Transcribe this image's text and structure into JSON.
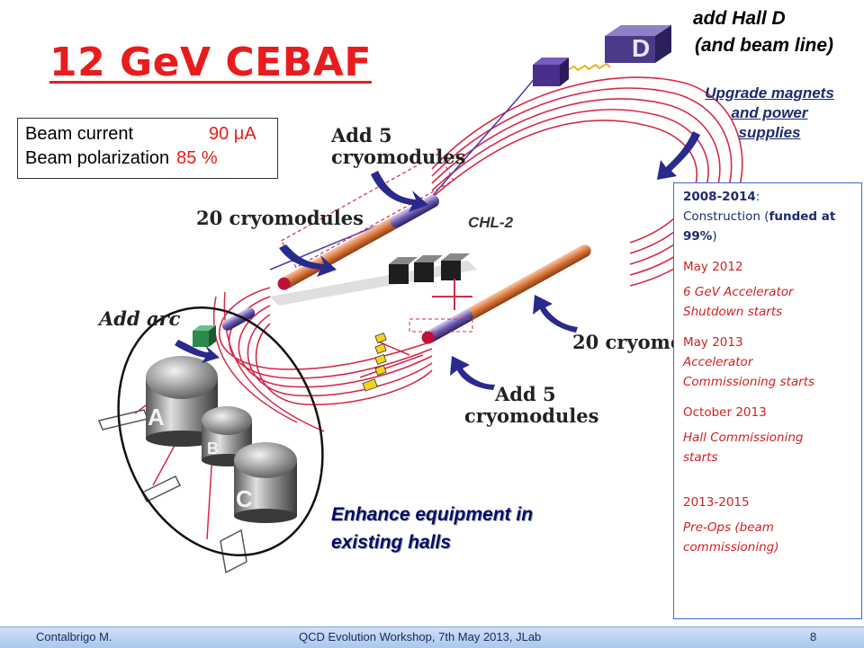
{
  "title": "12 GeV CEBAF",
  "beam_box": {
    "current_label": "Beam current",
    "current_value": "90 μA",
    "polarization_label": "Beam polarization",
    "polarization_value": "85 %"
  },
  "hall_d_note": {
    "line1": "add Hall D",
    "line2": "(and beam line)"
  },
  "upgrade_note": {
    "line1": "Upgrade magnets",
    "line2": "and power",
    "line3": "supplies"
  },
  "diagram_labels": {
    "add5_top_l1": "Add 5",
    "add5_top_l2": "cryomodules",
    "twenty_left": "20 cryomodules",
    "twenty_right": "20 cryomo",
    "chl2": "CHL-2",
    "add_arc": "Add arc",
    "add5_bottom_l1": "Add 5",
    "add5_bottom_l2": "cryomodules",
    "hall_a": "A",
    "hall_b": "B",
    "hall_c": "C",
    "hall_d": "D",
    "enhance_l1": "Enhance equipment in",
    "enhance_l2": "existing halls"
  },
  "timeline": {
    "e1_date": "2008-2014",
    "e1_colon": ":",
    "e1_text_a": "Construction (",
    "e1_text_b": "funded at 99%",
    "e1_text_c": ")",
    "e2_date": "May 2012",
    "e2_text_l1": "6 GeV Accelerator",
    "e2_text_l2": "Shutdown starts",
    "e3_date": "May 2013",
    "e3_text_l1": "Accelerator",
    "e3_text_l2": "Commissioning starts",
    "e4_date": "October 2013",
    "e4_text_l1": "Hall Commissioning",
    "e4_text_l2": "starts",
    "e5_date": "2013-2015",
    "e5_text_l1": "Pre-Ops (beam",
    "e5_text_l2": "commissioning)"
  },
  "footer": {
    "author": "Contalbrigo M.",
    "event": "QCD Evolution Workshop, 7th May 2013, JLab",
    "page": "8"
  },
  "colors": {
    "title_red": "#e81c1c",
    "beamline_red": "#d42a4a",
    "arrow_blue": "#2a2a8c",
    "timeline_border": "#3b6bd6"
  }
}
